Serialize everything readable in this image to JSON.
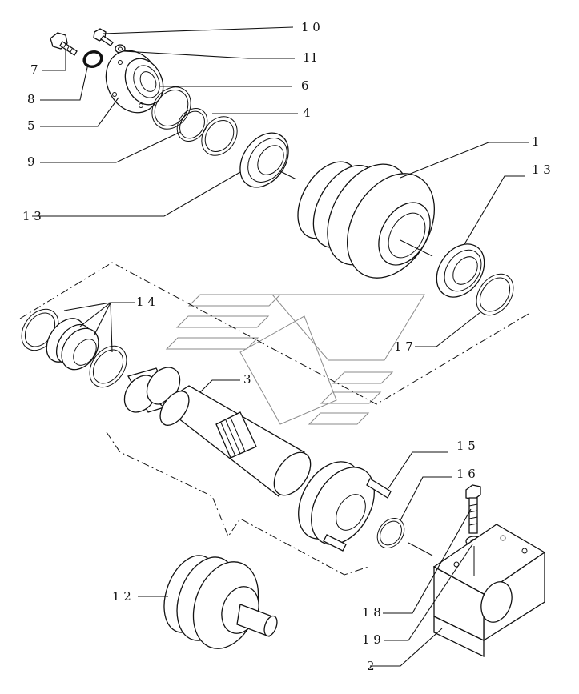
{
  "callouts": [
    {
      "id": "c1",
      "text": "1"
    },
    {
      "id": "c2",
      "text": "2"
    },
    {
      "id": "c3",
      "text": "3"
    },
    {
      "id": "c4",
      "text": "4"
    },
    {
      "id": "c5",
      "text": "5"
    },
    {
      "id": "c6",
      "text": "6"
    },
    {
      "id": "c7",
      "text": "7"
    },
    {
      "id": "c8",
      "text": "8"
    },
    {
      "id": "c9",
      "text": "9"
    },
    {
      "id": "c10",
      "text": "1 0"
    },
    {
      "id": "c11",
      "text": "11"
    },
    {
      "id": "c12",
      "text": "1 2"
    },
    {
      "id": "c13a",
      "text": "1 3"
    },
    {
      "id": "c13b",
      "text": "1 3"
    },
    {
      "id": "c14",
      "text": "1 4"
    },
    {
      "id": "c15",
      "text": "1 5"
    },
    {
      "id": "c16",
      "text": "1 6"
    },
    {
      "id": "c17",
      "text": "1 7"
    },
    {
      "id": "c18",
      "text": "1 8"
    },
    {
      "id": "c19",
      "text": "1 9"
    }
  ]
}
